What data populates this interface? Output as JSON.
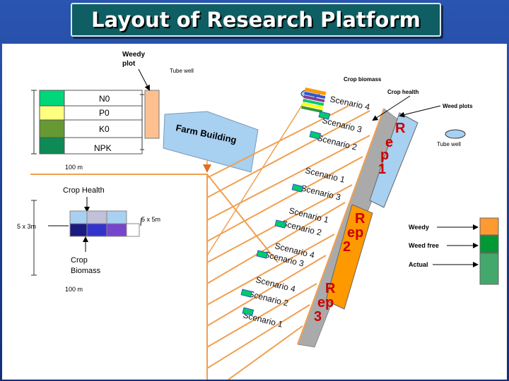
{
  "title": "Layout of Research Platform",
  "labels": {
    "weedy_plot": [
      "Weedy",
      "plot"
    ],
    "tube_well": "Tube well",
    "crop_biomass_top": "Crop biomass",
    "crop_health_top": "Crop health",
    "weed_plots": "Weed plots",
    "tube_well_right": "Tube well",
    "n0": "N0",
    "p0": "P0",
    "k0": "K0",
    "npk": "NPK",
    "dist_100m_top": "100 m",
    "farm_building": "Farm Building",
    "crop_health": "Crop Health",
    "dim_5x3": "5 x 3m",
    "dim_5x5": "5 x 5m",
    "crop_biomass": [
      "Crop",
      "Biomass"
    ],
    "dist_100m_bottom": "100 m",
    "rep1": [
      "R",
      "e",
      "p",
      "1"
    ],
    "rep2": [
      "R",
      "ep",
      "2"
    ],
    "rep3": [
      "R",
      "ep",
      "3"
    ]
  },
  "scenarios": {
    "s4_top": "Scenario 4",
    "s3_top": "Scenario 3",
    "s2_top": "Scenario 2",
    "s1_a": "Scenario 1",
    "s3_a": "Scenario 3",
    "s1_b": "Scenario 1",
    "s2_b": "Scenario 2",
    "s4_b": "Scenario 4",
    "s3_b": "Scenario 3",
    "s4_c": "Scenario 4",
    "s2_c": "Scenario 2",
    "s1_c": "Scenario 1"
  },
  "legend": {
    "weedy": "Weedy",
    "weed_free": "Weed free",
    "actual": "Actual"
  },
  "colors": {
    "n0": "#00d67a",
    "p0": "#ffff80",
    "k0": "#669933",
    "npk": "#0d8a55",
    "weedy": "#ff9a30",
    "weed_free": "#009933",
    "actual": "#43a86b",
    "rep_blue": "#a8d0f0",
    "rep_orange": "#ff9900",
    "road": "#aaaaaa",
    "plot_pink": "#ffc090",
    "building": "#a8d0f0",
    "path": "#f0a050"
  }
}
